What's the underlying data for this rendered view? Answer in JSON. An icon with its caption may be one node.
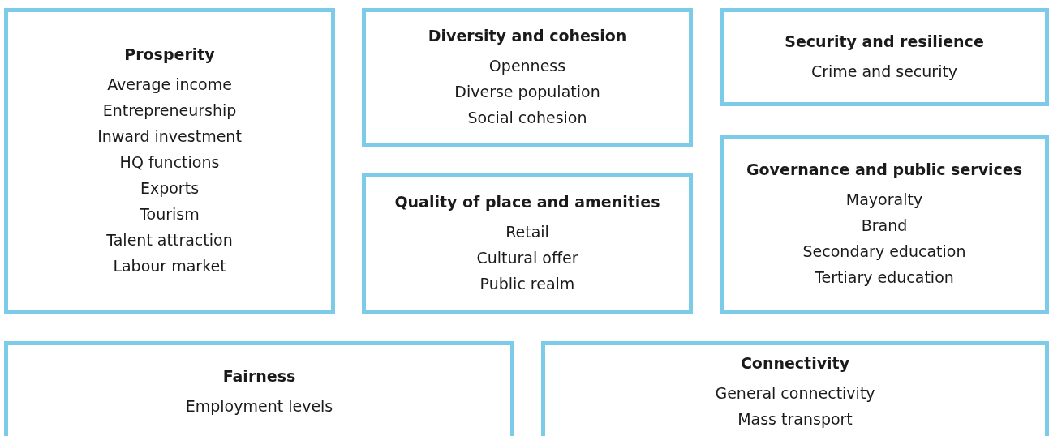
{
  "diagram": {
    "nodes": [
      {
        "text": [
          "Prosperity",
          "Average income",
          "Entrepreneurship",
          "Inward investment",
          "HQ functions",
          "Exports",
          "Tourism",
          "Talent attraction",
          "Labour market"
        ]
      },
      {
        "text": [
          "Diversity and cohesion",
          "Openness",
          "Diverse population",
          "Social cohesion"
        ]
      },
      {
        "text": [
          "Security and resilience",
          "Crime and security"
        ]
      },
      {
        "text": [
          "Quality of place and amenities",
          "Retail",
          "Cultural offer",
          "Public realm"
        ]
      },
      {
        "text": [
          "Governance and public services",
          "Mayoralty",
          "Brand",
          "Secondary education",
          "Tertiary education"
        ]
      },
      {
        "text": [
          "Fairness",
          "Employment levels"
        ]
      },
      {
        "text": [
          "Connectivity",
          "General connectivity",
          "Mass transport"
        ]
      }
    ]
  }
}
